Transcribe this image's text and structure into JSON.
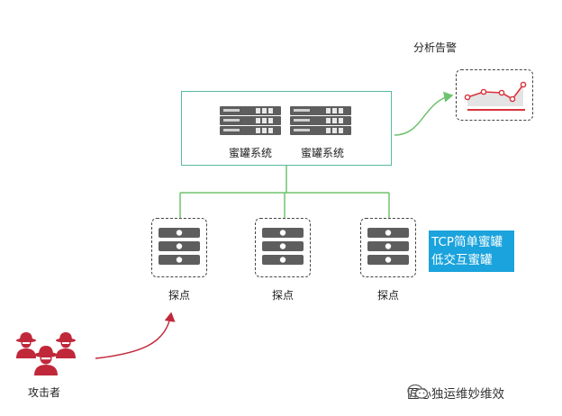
{
  "alert": {
    "label": "分析告警"
  },
  "honeypots": [
    {
      "label": "蜜罐系统"
    },
    {
      "label": "蜜罐系统"
    }
  ],
  "probes": [
    {
      "label": "探点"
    },
    {
      "label": "探点"
    },
    {
      "label": "探点"
    }
  ],
  "tcp_box": {
    "line1": "TCP简单蜜罐",
    "line2": "低交互蜜罐"
  },
  "attacker": {
    "label": "攻击者"
  },
  "watermark": {
    "text": "匠心独运维妙维效"
  },
  "colors": {
    "frame": "#58b8a2",
    "connector": "#6fc26f",
    "attack_arrow": "#c0283a",
    "server": "#5e5e5e",
    "tcp_box": "#1aa3dc",
    "alert_line": "#d9323c"
  }
}
